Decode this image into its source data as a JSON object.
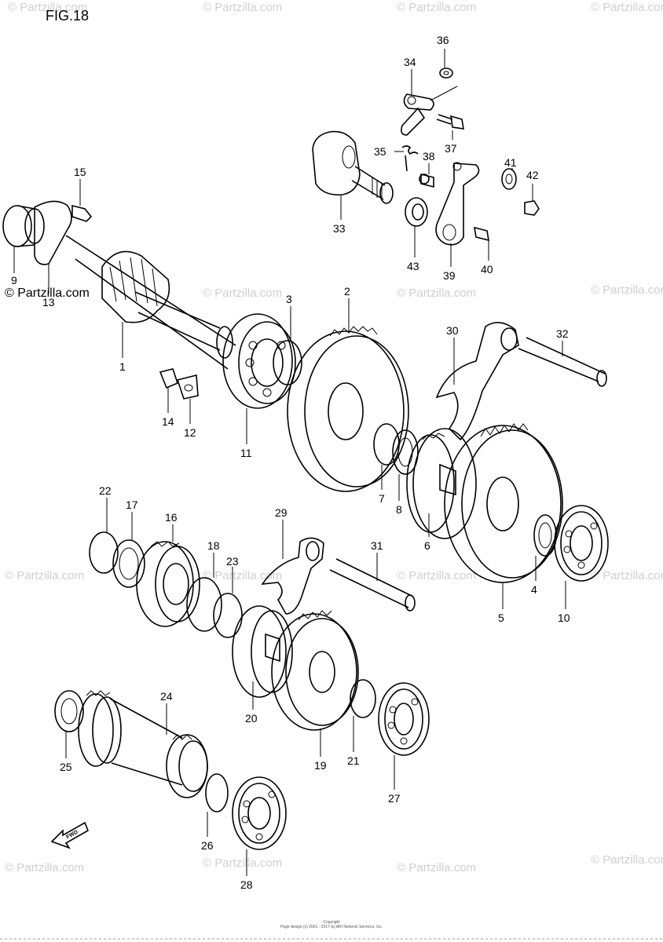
{
  "title": "FIG.18",
  "watermark": "© Partzilla.com",
  "copyright": "Copyright",
  "copyright_detail": "Page design (c) 2001 - 2017 by ARI Network Services, Inc.",
  "arrow_label": "FWD",
  "part_numbers": [
    "1",
    "2",
    "3",
    "4",
    "5",
    "6",
    "7",
    "8",
    "9",
    "10",
    "11",
    "12",
    "13",
    "14",
    "15",
    "16",
    "17",
    "18",
    "19",
    "20",
    "21",
    "22",
    "23",
    "24",
    "25",
    "26",
    "27",
    "28",
    "29",
    "30",
    "31",
    "32",
    "33",
    "34",
    "35",
    "36",
    "37",
    "38",
    "39",
    "40",
    "41",
    "42",
    "43"
  ]
}
